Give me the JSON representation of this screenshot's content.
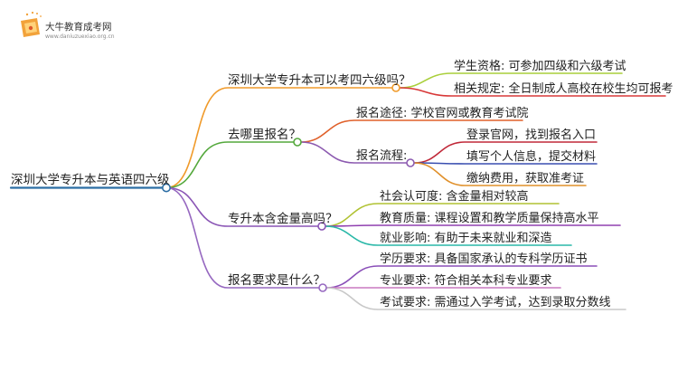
{
  "logo": {
    "title": "大牛教育成考网",
    "url": "www.daniuzuexiao.org.cn"
  },
  "colors": {
    "root": "#2c6ea5",
    "b1": "#f09a2a",
    "b1_leaf1": "#a9cf3a",
    "b1_leaf2": "#d83838",
    "b2": "#54a83c",
    "b2_leaf1": "#e0602a",
    "b2_sub": "#8c5ab0",
    "b2_sub_leaf1": "#c02838",
    "b2_sub_leaf2": "#3a4fb0",
    "b2_sub_leaf3": "#e0902a",
    "b3": "#8a55b5",
    "b3_leaf1": "#b0c232",
    "b3_leaf2": "#9040b0",
    "b3_leaf3": "#2ab8a8",
    "b4": "#9668c0",
    "b4_leaf1": "#8a4fb8",
    "b4_leaf2": "#c878c0",
    "b4_leaf3": "#c8c8c8"
  },
  "root": {
    "label": "深圳大学专升本与英语四六级"
  },
  "branches": [
    {
      "label": "深圳大学专升本可以考四六级吗？",
      "children": [
        {
          "label": "学生资格: 可参加四级和六级考试"
        },
        {
          "label": "相关规定: 全日制成人高校在校生均可报考"
        }
      ]
    },
    {
      "label": "去哪里报名？",
      "children": [
        {
          "label": "报名途径: 学校官网或教育考试院"
        },
        {
          "label": "报名流程:",
          "children": [
            {
              "label": "登录官网，找到报名入口"
            },
            {
              "label": "填写个人信息，提交材料"
            },
            {
              "label": "缴纳费用，获取准考证"
            }
          ]
        }
      ]
    },
    {
      "label": "专升本含金量高吗？",
      "children": [
        {
          "label": "社会认可度: 含金量相对较高"
        },
        {
          "label": "教育质量: 课程设置和教学质量保持高水平"
        },
        {
          "label": "就业影响: 有助于未来就业和深造"
        }
      ]
    },
    {
      "label": "报名要求是什么？",
      "children": [
        {
          "label": "学历要求: 具备国家承认的专科学历证书"
        },
        {
          "label": "专业要求: 符合相关本科专业要求"
        },
        {
          "label": "考试要求: 需通过入学考试，达到录取分数线"
        }
      ]
    }
  ]
}
